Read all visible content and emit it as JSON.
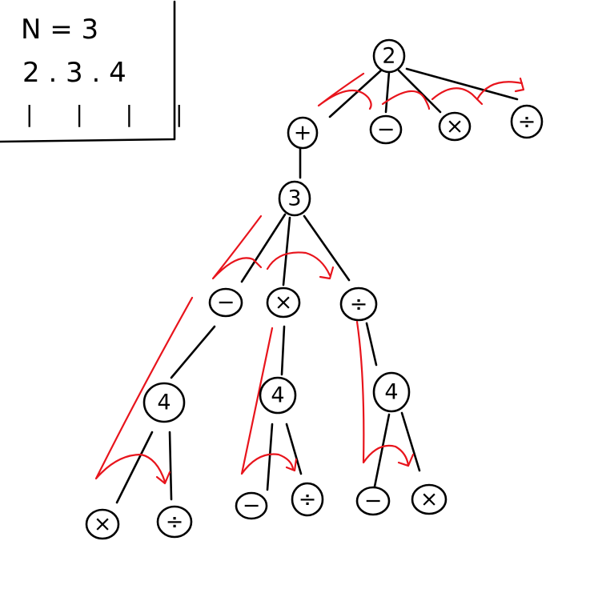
{
  "note": {
    "line1": "N = 3",
    "line2": "2 . 3 . 4",
    "line3": "| | | |"
  },
  "tree": {
    "root": "2",
    "level1": [
      "+",
      "−",
      "×",
      "÷"
    ],
    "level2": "3",
    "level3": [
      "−",
      "×",
      "÷"
    ],
    "level4": [
      "4",
      "4",
      "4"
    ],
    "leaves_left": [
      "×",
      "÷"
    ],
    "leaves_mid": [
      "−",
      "÷"
    ],
    "leaves_right": [
      "−",
      "×"
    ]
  },
  "colors": {
    "ink": "#000000",
    "trace": "#e8141c"
  }
}
